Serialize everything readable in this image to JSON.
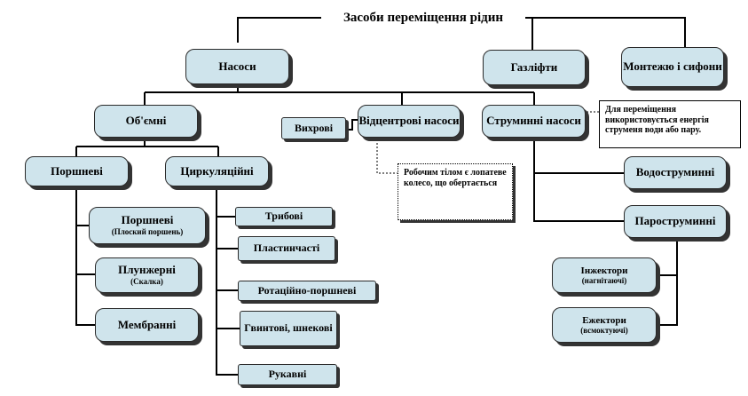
{
  "title": "Засоби переміщення рідин",
  "nodes": {
    "nasosy": "Насоси",
    "gazlifty": "Газліфти",
    "montezhu": "Монтежю і сифони",
    "obiemni": "Об'ємні",
    "vykhrovi": "Вихрові",
    "vidtsentrovi": "Відцентрові насоси",
    "strumynni": "Струминні насоси",
    "porshnevi": "Поршневі",
    "tsyrkuliatsiini": "Циркуляційні",
    "porshnevi_flat": "Поршневі",
    "porshnevi_flat_note": "(Плоский поршень)",
    "plunzherni": "Плунжерні",
    "plunzherni_note": "(Скалка)",
    "membranni": "Мембранні",
    "trybovi": "Трибові",
    "plastynchasti": "Пластинчасті",
    "rotatsiino": "Ротаційно-поршневі",
    "hvyntovi": "Гвинтові, шнекові",
    "rukavni": "Рукавні",
    "vodostrumynni": "Водоструминні",
    "parostrumynni": "Пароструминні",
    "inzhektory": "Інжектори",
    "inzhektory_note": "(нагнітаючі)",
    "ezhektory": "Ежектори",
    "ezhektory_note": "(всмоктуючі)"
  },
  "notes": {
    "strumynni_note": "Для переміщення використовується енергія струменя води або пару.",
    "robochyi_note": "Робочим тілом є лопатеве колесо, що обертається"
  },
  "colors": {
    "box_fill": "#cfe4ec",
    "border": "#2a2a2a",
    "shadow": "#333333",
    "line": "#000000"
  }
}
